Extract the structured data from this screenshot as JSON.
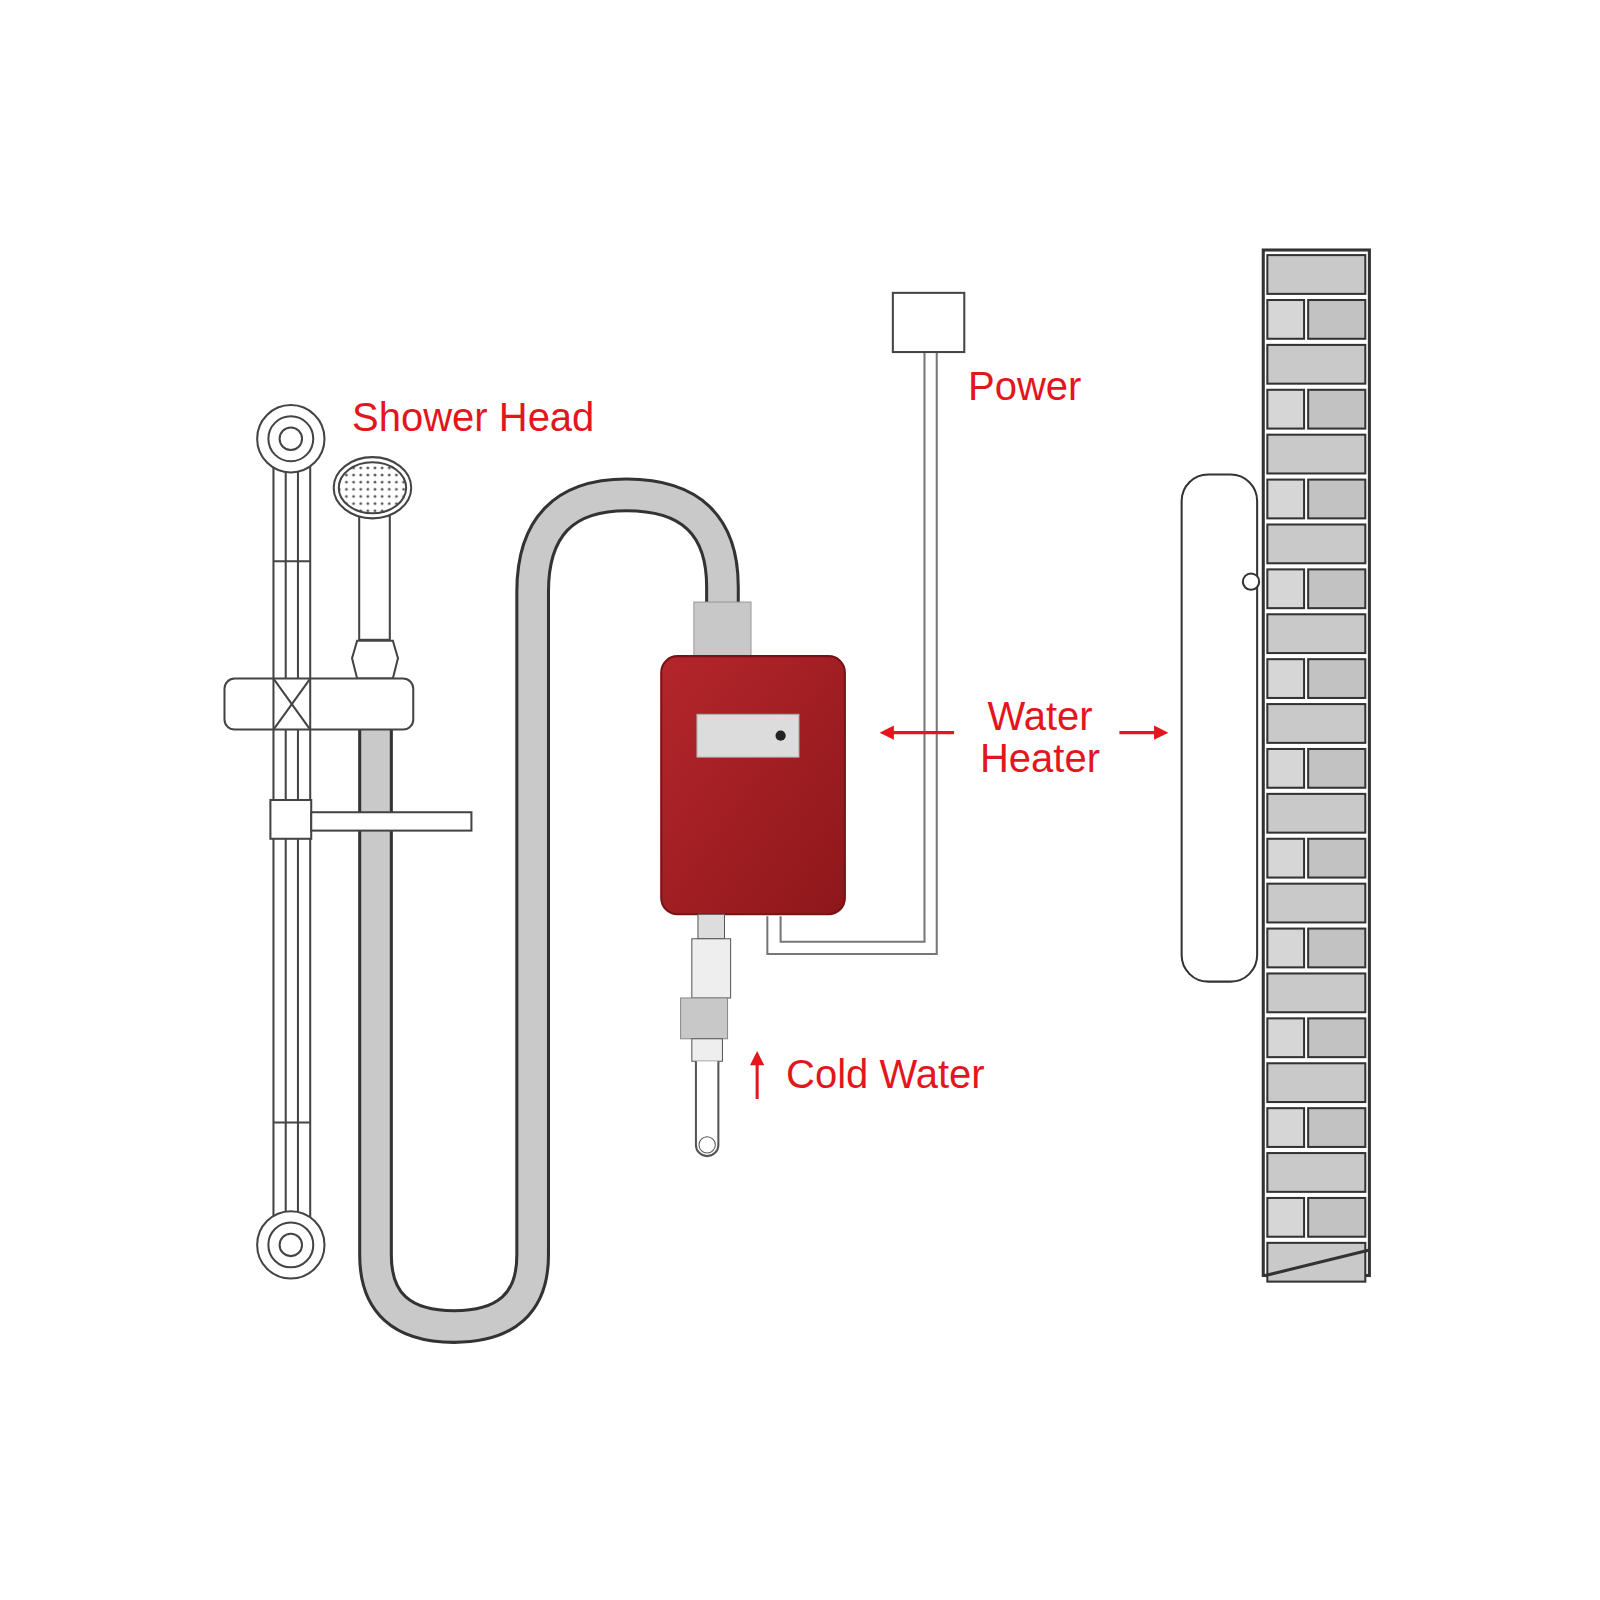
{
  "diagram": {
    "labels": [
      "Shower Head",
      "Power",
      "Water Heater",
      "Cold Water"
    ]
  }
}
